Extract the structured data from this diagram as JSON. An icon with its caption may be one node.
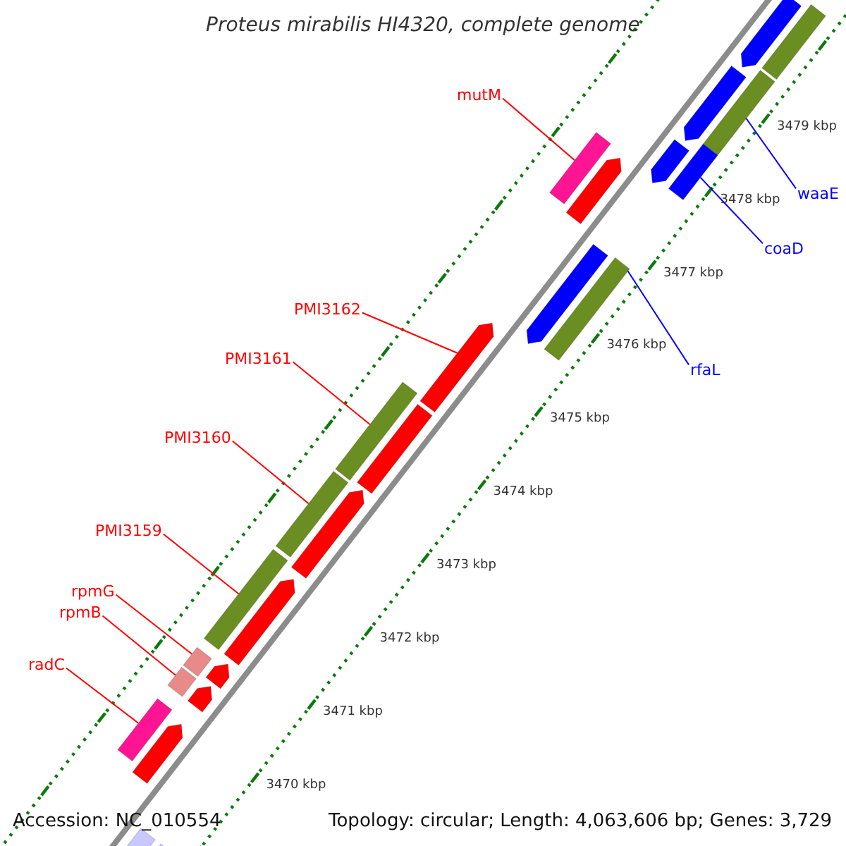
{
  "diagram": {
    "title": "Proteus mirabilis HI4320, complete genome",
    "nodes": [
      {
        "text": [
          "mutM"
        ]
      },
      {
        "text": [
          "PMI3162"
        ]
      },
      {
        "text": [
          "PMI3161"
        ]
      },
      {
        "text": [
          "PMI3160"
        ]
      },
      {
        "text": [
          "PMI3159"
        ]
      },
      {
        "text": [
          "rpmG"
        ]
      },
      {
        "text": [
          "rpmB"
        ]
      },
      {
        "text": [
          "radC"
        ]
      },
      {
        "text": [
          "waaE"
        ]
      },
      {
        "text": [
          "coaD"
        ]
      },
      {
        "text": [
          "rfaL"
        ]
      },
      {
        "text": [],
        "shape": "pentagon"
      },
      {
        "text": [],
        "shape": "bar"
      },
      {
        "text": [],
        "shape": "pentagon"
      },
      {
        "text": [],
        "shape": "bar"
      },
      {
        "text": [],
        "shape": "bar"
      },
      {
        "text": [],
        "shape": "pentagon"
      },
      {
        "text": [],
        "shape": "bar"
      },
      {
        "text": [],
        "shape": "pentagon"
      },
      {
        "text": [],
        "shape": "pentagon"
      },
      {
        "text": [],
        "shape": "bar"
      },
      {
        "text": [],
        "shape": "pentagon"
      },
      {
        "text": [],
        "shape": "bar"
      },
      {
        "text": [],
        "shape": "bar"
      },
      {
        "text": [],
        "shape": "bar"
      },
      {
        "text": [],
        "shape": "pentagon"
      },
      {
        "text": [],
        "shape": "bar"
      },
      {
        "text": [],
        "shape": "pentagon"
      },
      {
        "text": [],
        "shape": "bar"
      },
      {
        "text": [],
        "shape": "pentagon"
      },
      {
        "text": [],
        "shape": "bar"
      },
      {
        "text": [],
        "shape": "pentagon"
      },
      {
        "text": [],
        "shape": "bar"
      },
      {
        "text": [],
        "shape": "pentagon"
      },
      {
        "text": [],
        "shape": "bar"
      },
      {
        "text": [],
        "shape": "bar"
      }
    ],
    "edges": [
      {
        "from": 0,
        "to": 15,
        "arrow": "none"
      },
      {
        "from": 1,
        "to": 21,
        "arrow": "none"
      },
      {
        "from": 2,
        "to": 22,
        "arrow": "none"
      },
      {
        "from": 3,
        "to": 24,
        "arrow": "none"
      },
      {
        "from": 4,
        "to": 26,
        "arrow": "none"
      },
      {
        "from": 5,
        "to": 28,
        "arrow": "none"
      },
      {
        "from": 6,
        "to": 30,
        "arrow": "none"
      },
      {
        "from": 7,
        "to": 32,
        "arrow": "none"
      },
      {
        "from": 8,
        "to": 14,
        "arrow": "none",
        "color": "#0000ff"
      },
      {
        "from": 9,
        "to": 17,
        "arrow": "none",
        "color": "#0000ff"
      },
      {
        "from": 10,
        "to": 20,
        "arrow": "none",
        "color": "#0000ff"
      }
    ],
    "labels": [
      "3479 kbp",
      "3478 kbp",
      "3477 kbp",
      "3476 kbp",
      "3475 kbp",
      "3474 kbp",
      "3473 kbp",
      "3472 kbp",
      "3471 kbp",
      "3470 kbp",
      "Accession: NC_010554",
      "Topology: circular; Length: 4,063,606 bp; Genes: 3,729"
    ]
  }
}
